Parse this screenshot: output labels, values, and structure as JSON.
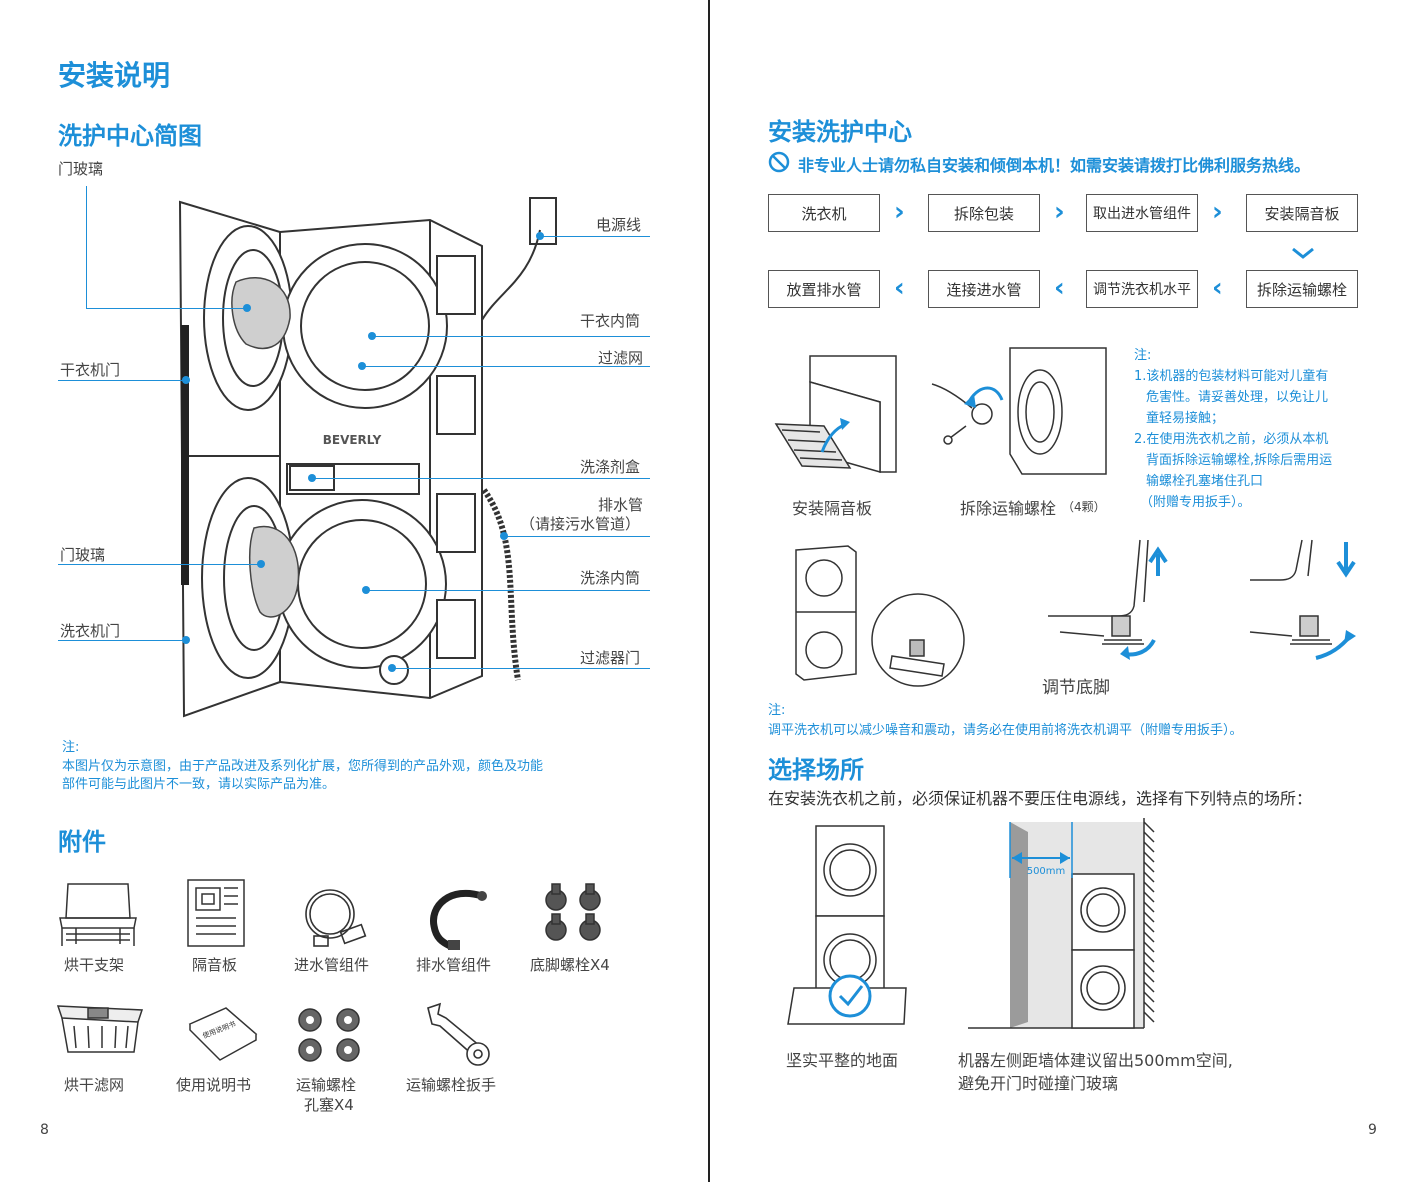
{
  "left": {
    "title": "安装说明",
    "diagram_title": "洗护中心简图",
    "labels": {
      "door_glass_top": "门玻璃",
      "power_cord": "电源线",
      "dryer_drum": "干衣内筒",
      "filter_net": "过滤网",
      "dryer_door": "干衣机门",
      "detergent_box": "洗涤剂盒",
      "drain_pipe": "排水管",
      "drain_pipe_note": "（请接污水管道）",
      "door_glass_bottom": "门玻璃",
      "wash_drum": "洗涤内筒",
      "washer_door": "洗衣机门",
      "filter_door": "过滤器门",
      "brand": "BEVERLY"
    },
    "note_label": "注:",
    "note_text_1": "本图片仅为示意图，由于产品改进及系列化扩展，您所得到的产品外观，颜色及功能",
    "note_text_2": "部件可能与此图片不一致，请以实际产品为准。",
    "accessories_title": "附件",
    "accessories": [
      "烘干支架",
      "隔音板",
      "进水管组件",
      "排水管组件",
      "底脚螺栓X4",
      "烘干滤网",
      "使用说明书",
      "运输螺栓",
      "运输螺栓扳手"
    ],
    "accessory_transport_bolt_line2": "孔塞X4",
    "manual_cover_text": "使用说明书",
    "page_number": "8"
  },
  "right": {
    "install_title": "安装洗护中心",
    "warning": "非专业人士请勿私自安装和倾倒本机！如需安装请拨打比佛利服务热线。",
    "steps_row1": [
      "洗衣机",
      "拆除包装",
      "取出进水管组件",
      "安装隔音板"
    ],
    "steps_row2": [
      "放置排水管",
      "连接进水管",
      "调节洗衣机水平",
      "拆除运输螺栓"
    ],
    "fig_caption_panel": "安装隔音板",
    "fig_caption_bolts": "拆除运输螺栓",
    "fig_caption_bolts_count": "（4颗）",
    "note1_label": "注:",
    "note1_lines": [
      "1.该机器的包装材料可能对儿童有",
      "危害性。请妥善处理，以免让儿",
      "童轻易接触；",
      "2.在使用洗衣机之前，必须从本机",
      "背面拆除运输螺栓,拆除后需用运",
      "输螺栓孔塞堵住孔口",
      "（附赠专用扳手）。"
    ],
    "adjust_feet_caption": "调节底脚",
    "note2_label": "注:",
    "note2_text": "调平洗衣机可以减少噪音和震动，请务必在使用前将洗衣机调平（附赠专用扳手）。",
    "location_title": "选择场所",
    "location_text": "在安装洗衣机之前，必须保证机器不要压住电源线，选择有下列特点的场所：",
    "distance_label": "500mm",
    "floor_caption": "坚实平整的地面",
    "wall_caption_1": "机器左侧距墙体建议留出500mm空间,",
    "wall_caption_2": "避免开门时碰撞门玻璃",
    "page_number": "9"
  },
  "colors": {
    "accent": "#1d8fd8",
    "text": "#3a3a3a"
  }
}
